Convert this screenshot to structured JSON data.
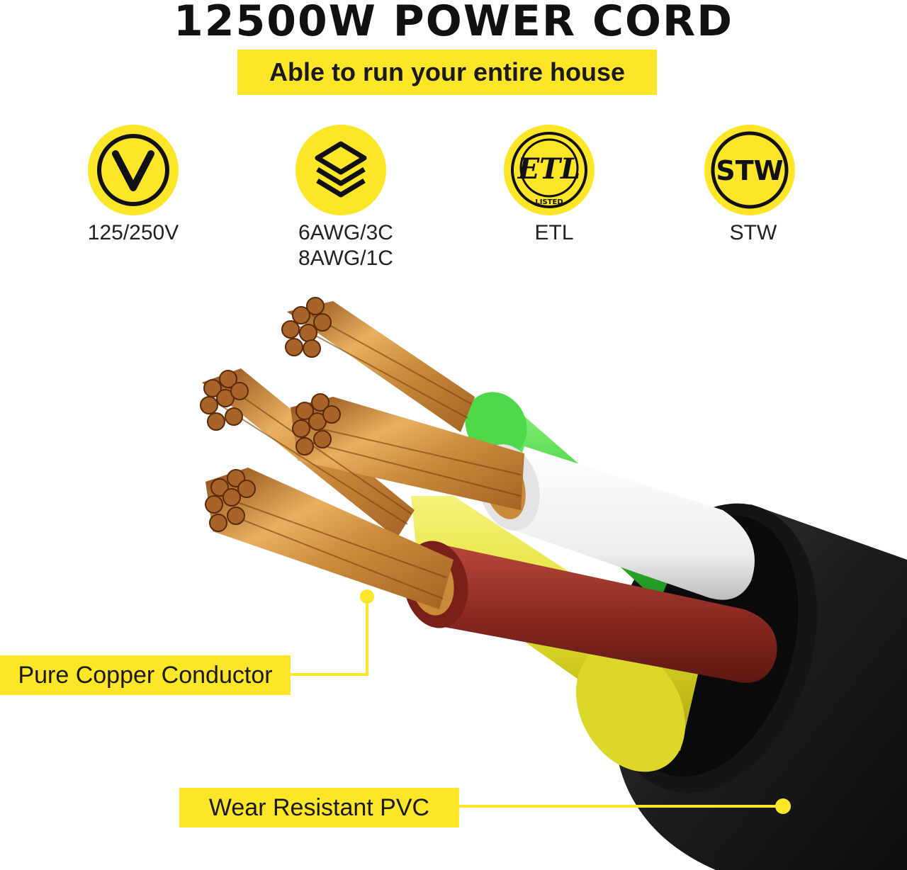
{
  "header": {
    "title": "12500W POWER CORD",
    "subtitle": "Able to run your entire house"
  },
  "features": [
    {
      "icon": "voltage-icon",
      "label": "125/250V"
    },
    {
      "icon": "layers-icon",
      "label_line1": "6AWG/3C",
      "label_line2": "8AWG/1C"
    },
    {
      "icon": "etl-listed-icon",
      "label": "ETL",
      "badge_text": "ETL",
      "badge_subtext": "LISTED"
    },
    {
      "icon": "stw-icon",
      "label": "STW",
      "badge_text": "STW"
    }
  ],
  "callouts": {
    "conductor": "Pure Copper Conductor",
    "jacket": "Wear Resistant PVC"
  },
  "colors": {
    "accent_yellow": "#fde528",
    "text_dark": "#1a1a1a",
    "copper": "#c98a3a",
    "jacket_black": "#1c1c1c",
    "wire_red": "#8c2a22",
    "wire_green": "#3fd13a",
    "wire_white": "#f2f2f2",
    "wire_yellow": "#e8e43a"
  }
}
